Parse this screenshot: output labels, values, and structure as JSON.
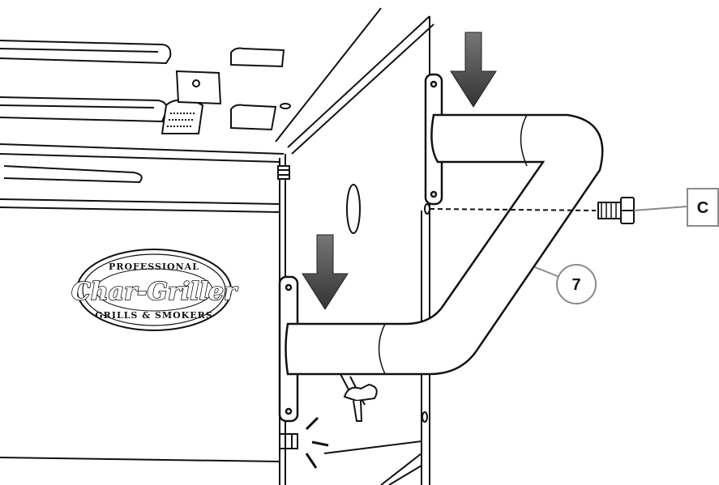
{
  "logo": {
    "top_text": "PROFESSIONAL",
    "main_text": "Char-Griller",
    "bottom_text": "GRILLS & SMOKERS"
  },
  "callouts": {
    "part_letter": "C",
    "part_number": "7"
  },
  "icons": [
    "down-arrow-icon",
    "down-arrow-icon",
    "bolt-icon",
    "wing-nut-icon"
  ],
  "colors": {
    "line": "#111111",
    "arrow": "#555555",
    "fill": "#ffffff",
    "leader": "#8a8a8a"
  }
}
